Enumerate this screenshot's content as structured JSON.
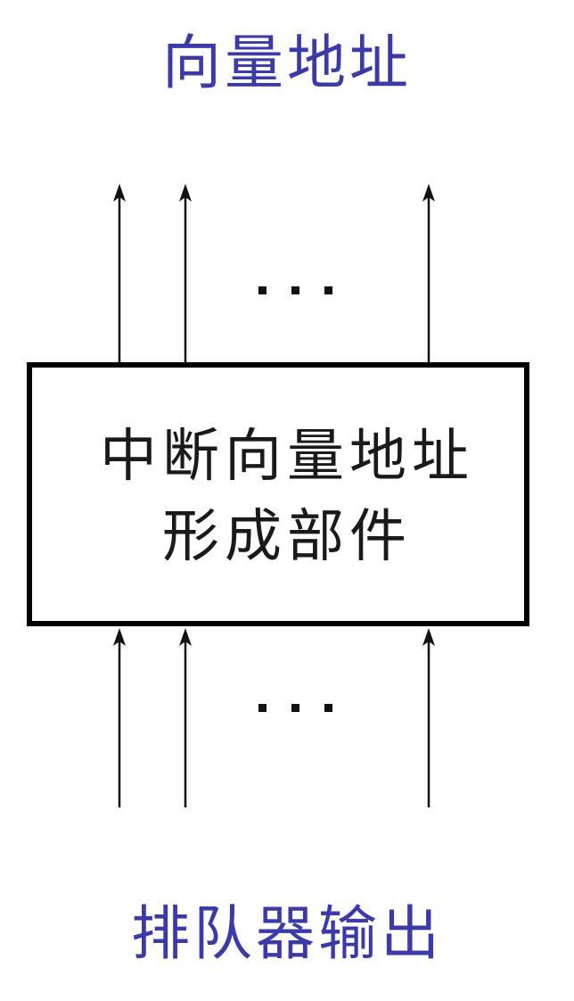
{
  "top_label": "向量地址",
  "box": {
    "line1": "中断向量地址",
    "line2": "形成部件"
  },
  "bottom_label": "排队器输出",
  "ellipsis_top": "···",
  "ellipsis_bottom": "···",
  "colors": {
    "label": "#3a3aa8",
    "box_stroke": "#000000",
    "arrow": "#111111",
    "text": "#1a1a1a"
  }
}
